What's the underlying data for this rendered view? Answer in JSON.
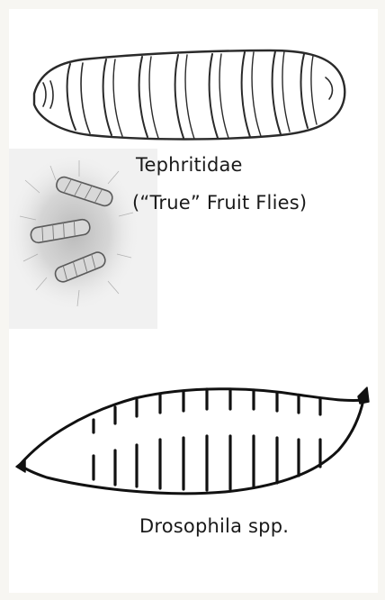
{
  "labels": {
    "tephritidae_name": "Tephritidae",
    "tephritidae_common": "(“True” Fruit Flies)",
    "drosophila": "Drosophila spp."
  },
  "colors": {
    "ink": "#1a1a1a",
    "background": "#ffffff",
    "frame": "#f7f6f2"
  }
}
